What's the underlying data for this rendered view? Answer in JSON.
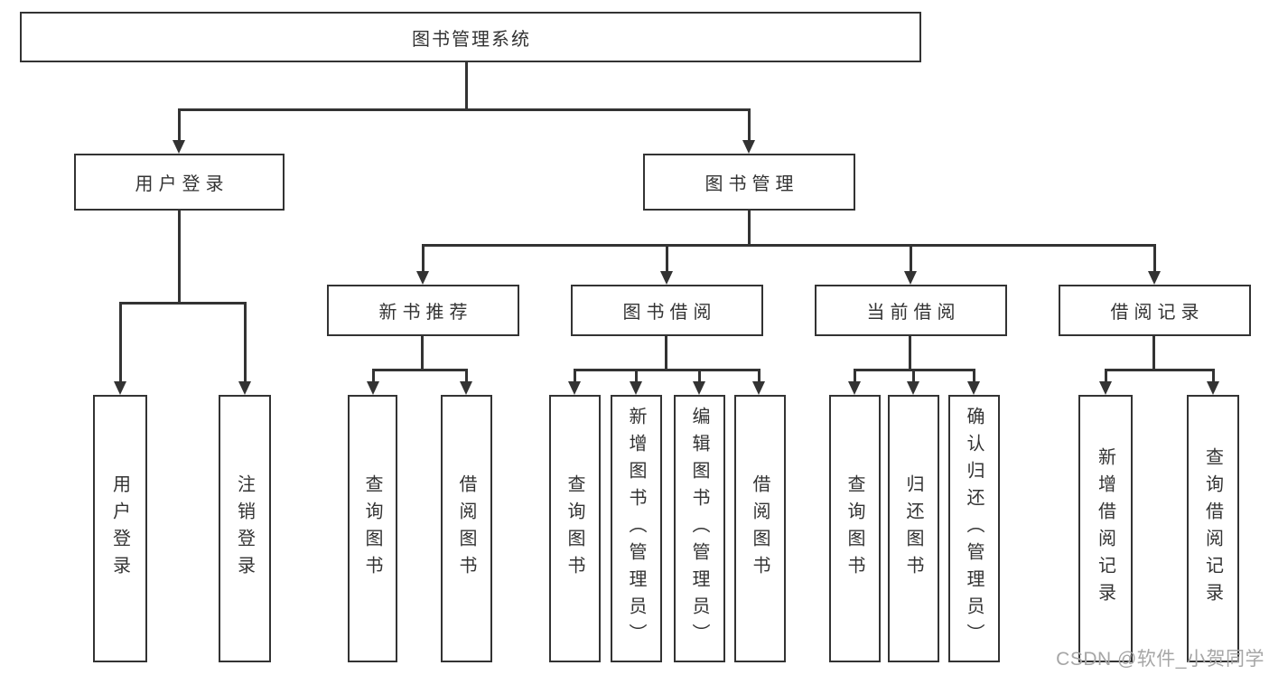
{
  "diagram": {
    "title": "图书管理系统",
    "branches": [
      {
        "label": "用户登录",
        "children": [
          "用户登录",
          "注销登录"
        ]
      },
      {
        "label": "图书管理",
        "groups": [
          {
            "label": "新书推荐",
            "children": [
              "查询图书",
              "借阅图书"
            ]
          },
          {
            "label": "图书借阅",
            "children": [
              "查询图书",
              "新增图书（管理员）",
              "编辑图书（管理员）",
              "借阅图书"
            ]
          },
          {
            "label": "当前借阅",
            "children": [
              "查询图书",
              "归还图书",
              "确认归还（管理员）"
            ]
          },
          {
            "label": "借阅记录",
            "children": [
              "新增借阅记录",
              "查询借阅记录"
            ]
          }
        ]
      }
    ]
  },
  "watermark": "CSDN @软件_小贺同学",
  "colors": {
    "line": "#333333",
    "text": "#333333",
    "box_background": "#ffffff",
    "watermark": "#a6a6a6"
  }
}
